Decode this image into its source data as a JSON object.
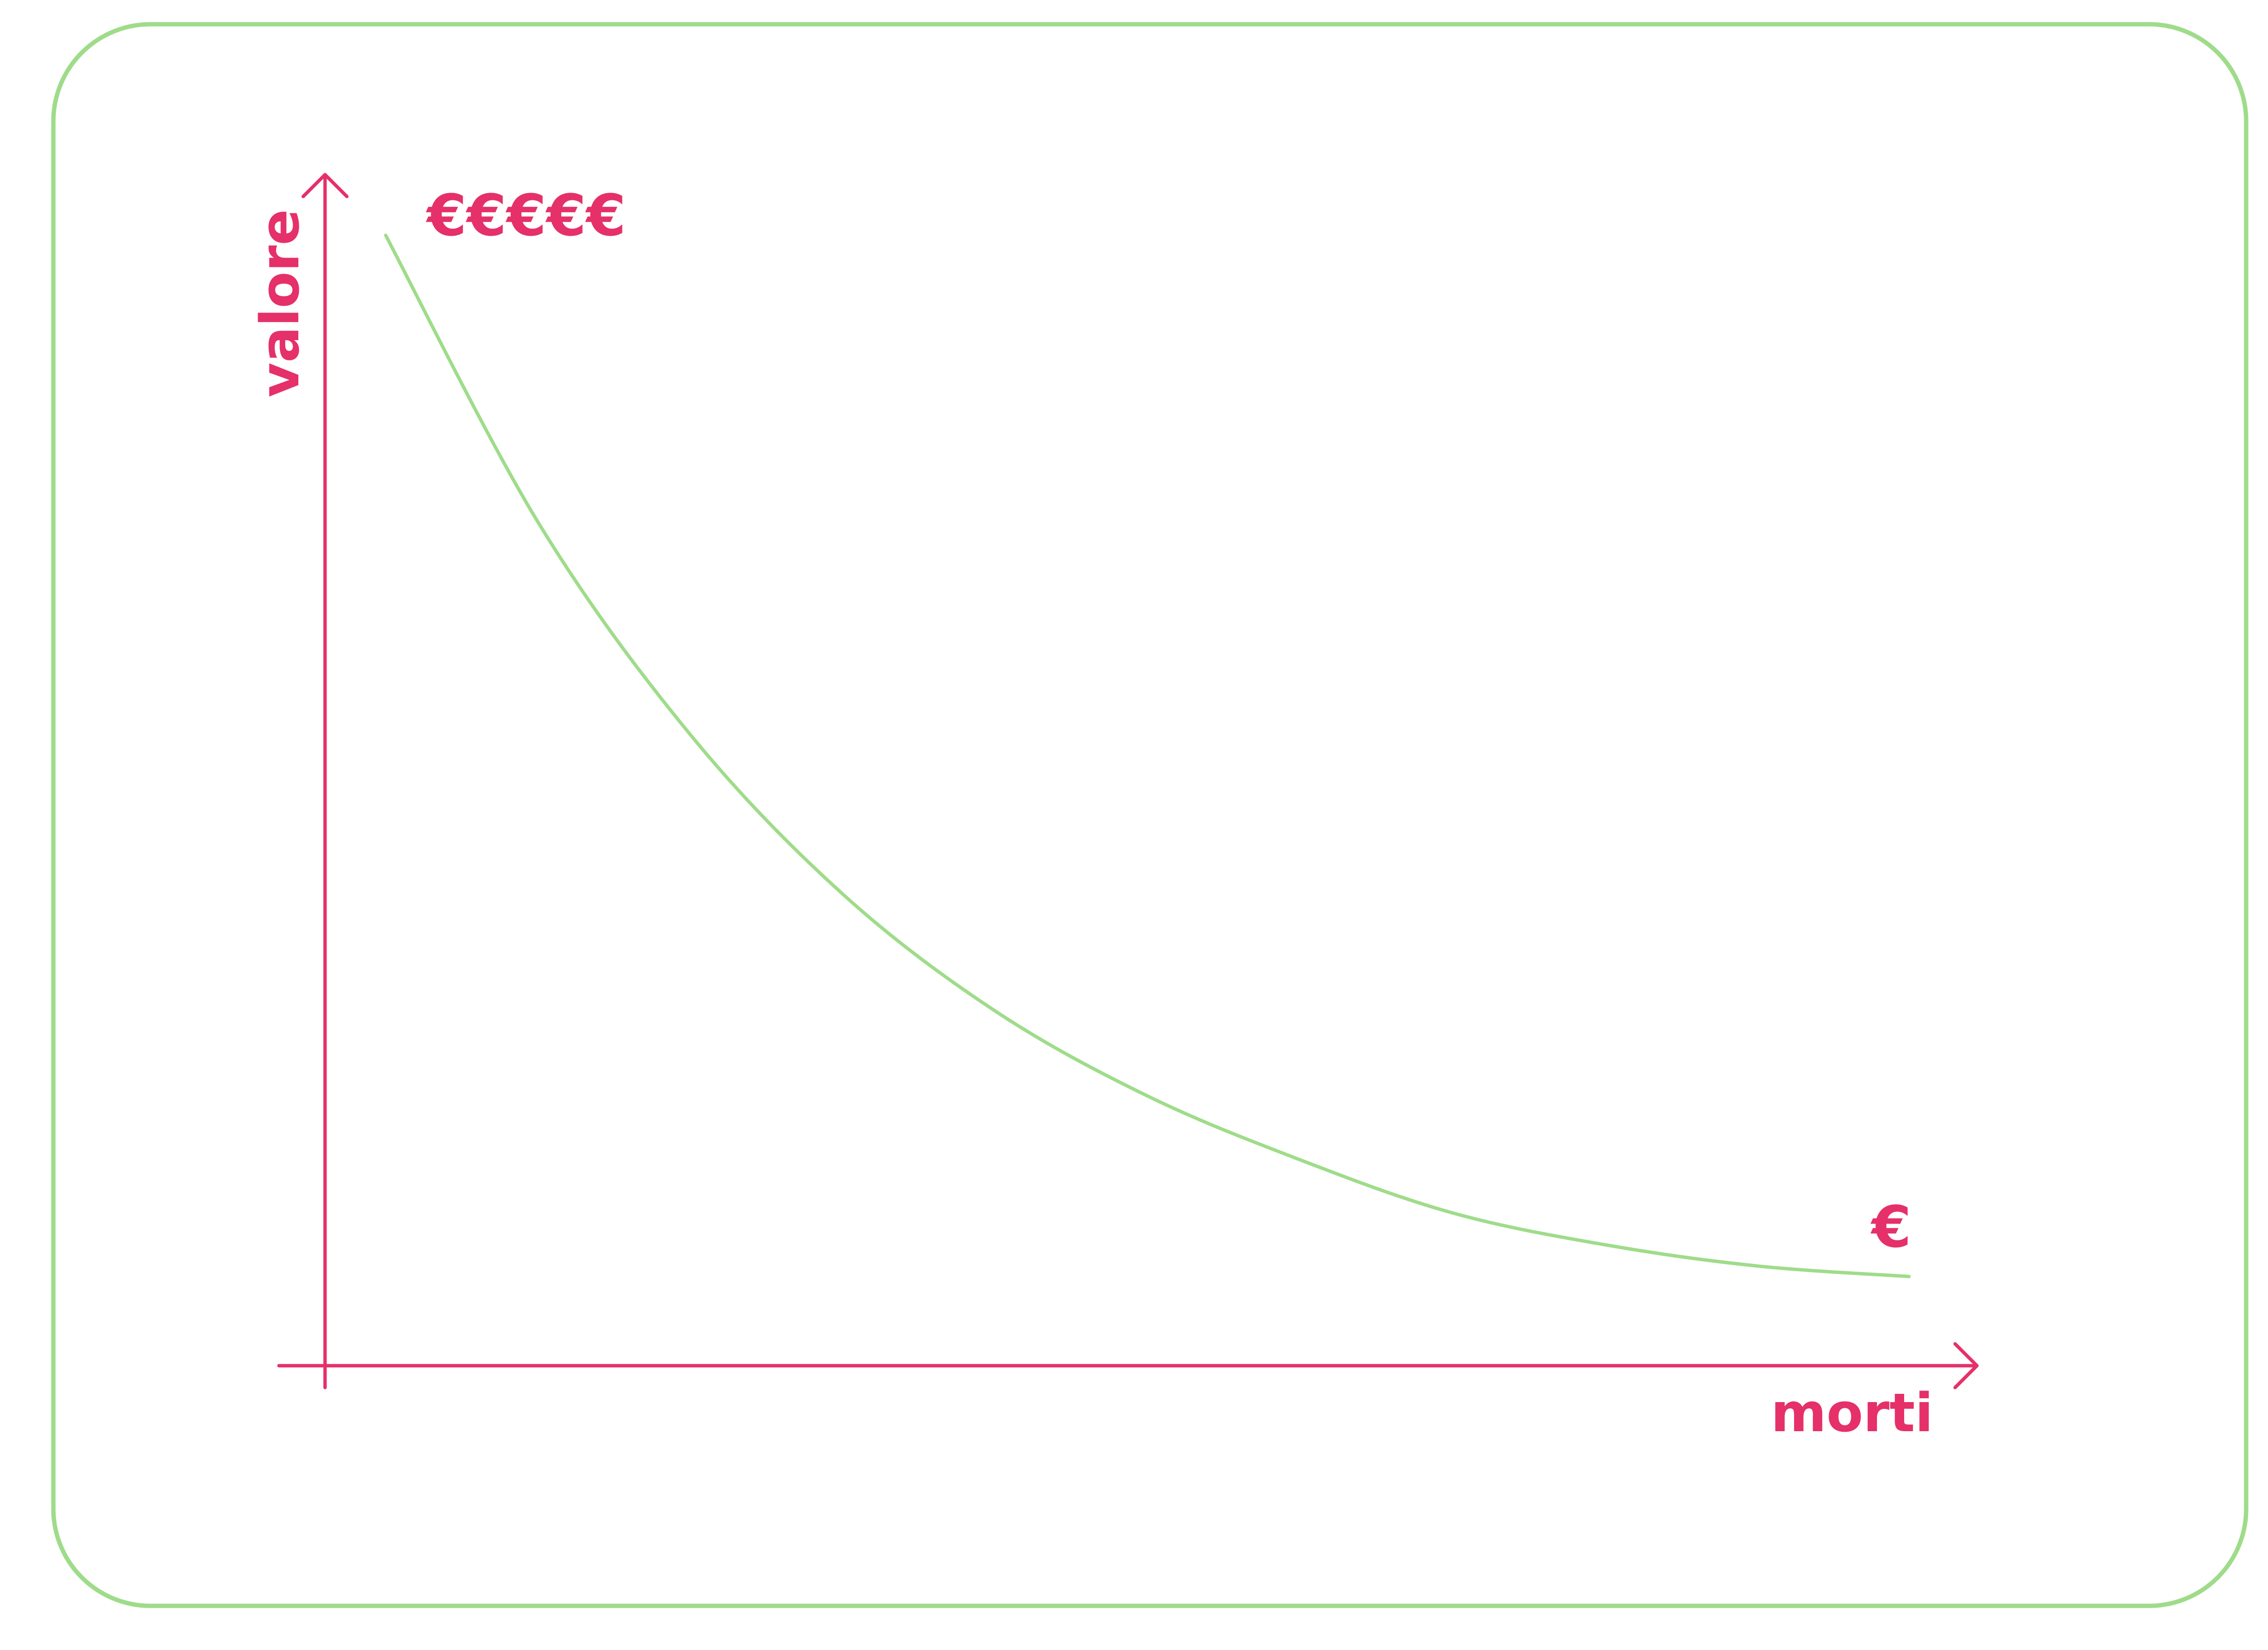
{
  "chart_data": {
    "type": "line",
    "title": "",
    "xlabel": "morti",
    "ylabel": "valore",
    "grid": false,
    "series": [
      {
        "shape": "decreasing exponential decay",
        "color": "#9fdc8a",
        "x": [
          0,
          0.1,
          0.2,
          0.3,
          0.4,
          0.5,
          0.6,
          0.7,
          0.8,
          0.9,
          1.0
        ],
        "values": [
          1.0,
          0.73,
          0.53,
          0.38,
          0.27,
          0.19,
          0.13,
          0.08,
          0.05,
          0.03,
          0.02
        ]
      }
    ],
    "annotations": [
      {
        "text": "€€€€€",
        "meaning": "high value",
        "placement": "top-left"
      },
      {
        "text": "€",
        "meaning": "low value",
        "placement": "bottom-right"
      }
    ]
  },
  "colors": {
    "frame": "#9fdc8a",
    "curve": "#9fdc8a",
    "axes": "#e5306a",
    "text": "#e5306a"
  }
}
